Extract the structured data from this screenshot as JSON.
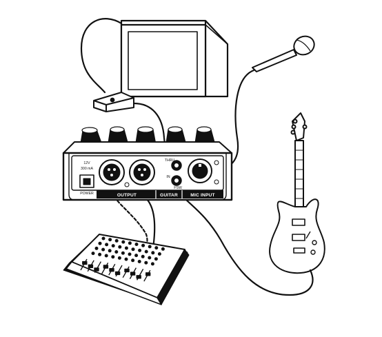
{
  "device": {
    "power_rating_line1": "12V",
    "power_rating_line2": "300 mA",
    "power_label": "POWER",
    "output_label": "OUTPUT",
    "guitar_label": "GUITAR",
    "mic_input_label": "MIC INPUT",
    "thru_label": "THRU",
    "in_label": "IN",
    "footswitch_label": "FSW"
  },
  "colors": {
    "line": "#111111",
    "fill": "#ffffff"
  },
  "icons": [
    "amplifier-icon",
    "footswitch-icon",
    "microphone-icon",
    "electric-guitar-icon",
    "mixing-console-icon",
    "effects-processor-icon"
  ]
}
